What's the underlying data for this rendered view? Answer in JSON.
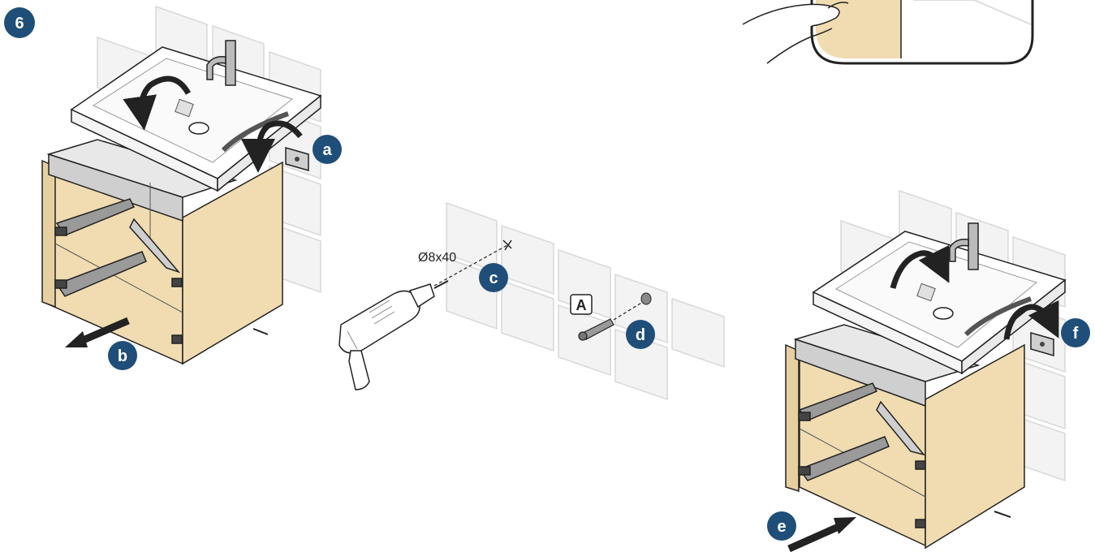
{
  "step": {
    "number": "6"
  },
  "callouts": {
    "a": "a",
    "b": "b",
    "c": "c",
    "d": "d",
    "e": "e",
    "f": "f"
  },
  "drill": {
    "dimension": "Ø8x40"
  },
  "parts": {
    "anchor_label": "A"
  },
  "colors": {
    "badge": "#1f4e79",
    "cabinet_wood": "#f0dcb0",
    "tile": "#f2f2f2",
    "tile_edge": "#d9d9d9",
    "outline": "#222222",
    "arrow": "#222222"
  },
  "icons": [
    "drill-icon",
    "wall-plug-icon",
    "hand-icon",
    "curved-arrow-icon",
    "straight-arrow-icon"
  ]
}
